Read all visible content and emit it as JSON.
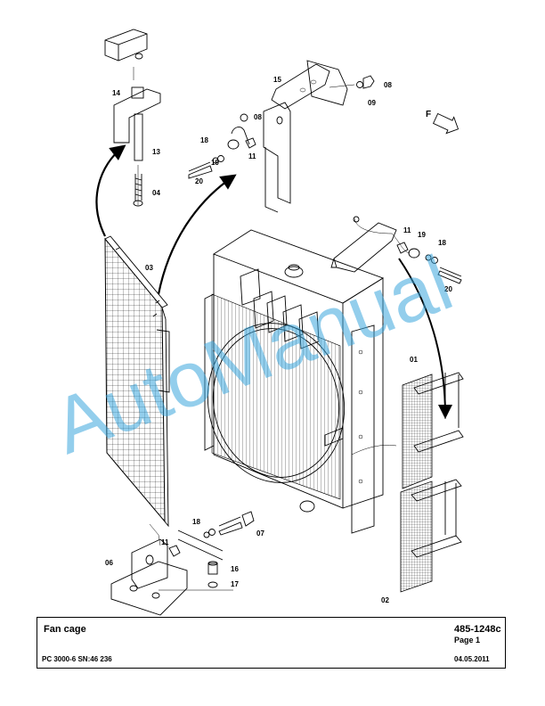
{
  "watermark": "AutoManual",
  "callouts": {
    "c14": "14",
    "c13": "13",
    "c04": "04",
    "c03": "03",
    "c15": "15",
    "c08a": "08",
    "c09": "09",
    "c08b": "08",
    "c18a": "18",
    "c19a": "19",
    "c11a": "11",
    "c20a": "20",
    "c11b": "11",
    "c19b": "19",
    "c18b": "18",
    "c20b": "20",
    "c01": "01",
    "c02": "02",
    "c06": "06",
    "c11c": "11",
    "c18c": "18",
    "c07": "07",
    "c16": "16",
    "c17": "17"
  },
  "direction_letter": "F",
  "title_block": {
    "title": "Fan cage",
    "part_number": "485-1248c",
    "page": "Page 1",
    "model": "PC 3000-6 SN:46 236",
    "date": "04.05.2011"
  }
}
